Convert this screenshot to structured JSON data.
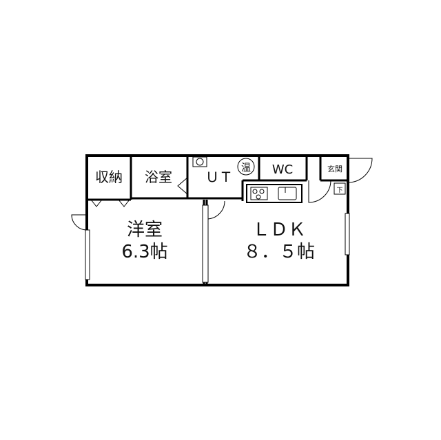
{
  "rooms": {
    "storage": "収納",
    "bath": "浴室",
    "utility": "ＵＴ",
    "water_heater": "温",
    "toilet": "WC",
    "entrance": "玄関",
    "shoe_box": "下",
    "western_name": "洋室",
    "western_size": "6.3帖",
    "ldk_name": "ＬＤＫ",
    "ldk_size": "８．５帖"
  }
}
